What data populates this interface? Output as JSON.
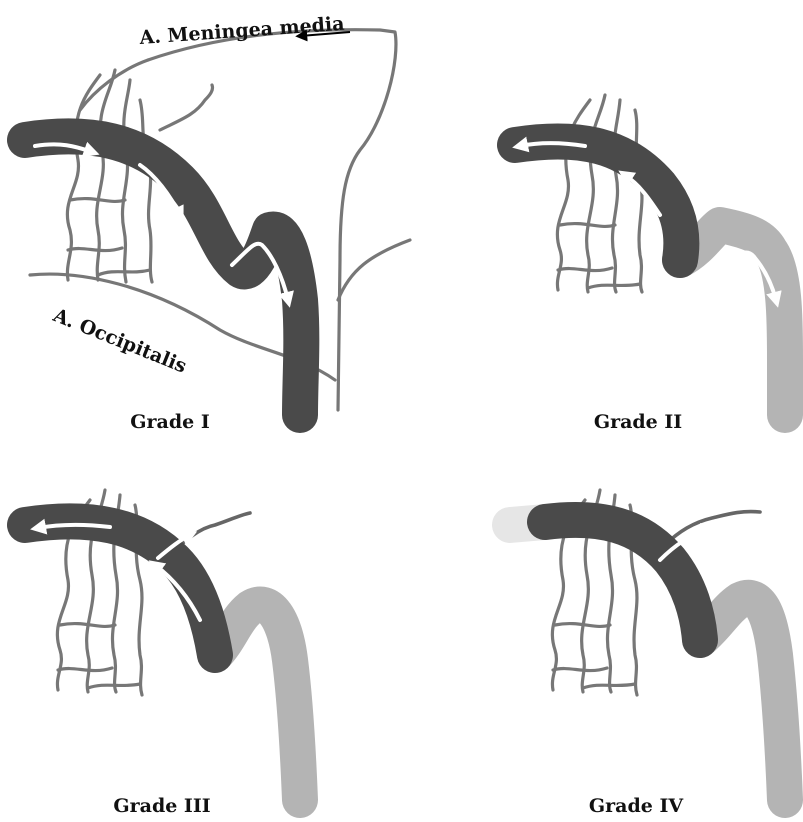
{
  "figure": {
    "labels": {
      "meningea_media": "A. Meningea media",
      "occipitalis": "A. Occipitalis"
    },
    "grades": [
      {
        "id": "grade-1",
        "label": "Grade I"
      },
      {
        "id": "grade-2",
        "label": "Grade II"
      },
      {
        "id": "grade-3",
        "label": "Grade III"
      },
      {
        "id": "grade-4",
        "label": "Grade IV"
      }
    ]
  },
  "colors": {
    "sinus_dark": "#4a4a4a",
    "sinus_light": "#b4b4b4",
    "sinus_pale": "#e6e6e6",
    "vessel": "#777777",
    "arrow": "#ffffff",
    "text": "#111111"
  }
}
